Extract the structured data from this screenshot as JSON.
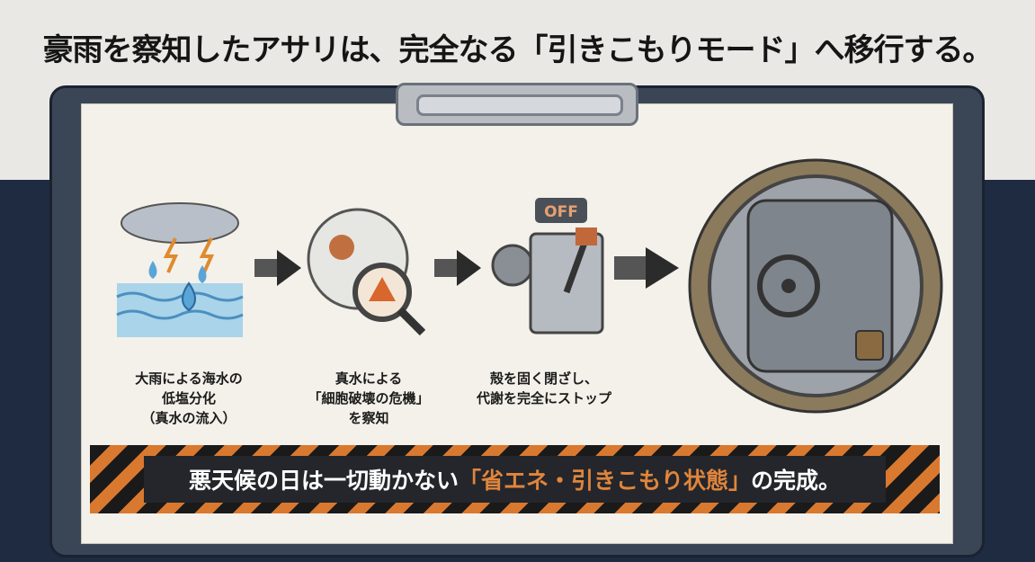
{
  "title": "豪雨を察知したアサリは、完全なる「引きこもりモード」へ移行する。",
  "steps": [
    {
      "lines": [
        "大雨による海水の",
        "低塩分化",
        "（真水の流入）"
      ]
    },
    {
      "lines": [
        "真水による",
        "「細胞破壊の危機」",
        "を察知"
      ]
    },
    {
      "lines": [
        "殻を固く閉ざし、",
        "代謝を完全にストップ"
      ]
    }
  ],
  "switch_label": "OFF",
  "banner": {
    "before": "悪天候の日は一切動かない",
    "highlight": "「省エネ・引きこもり状態」",
    "after": "の完成。"
  },
  "colors": {
    "accent": "#e0853c",
    "navy": "#1f2b40",
    "paper": "#f3f1ea"
  }
}
